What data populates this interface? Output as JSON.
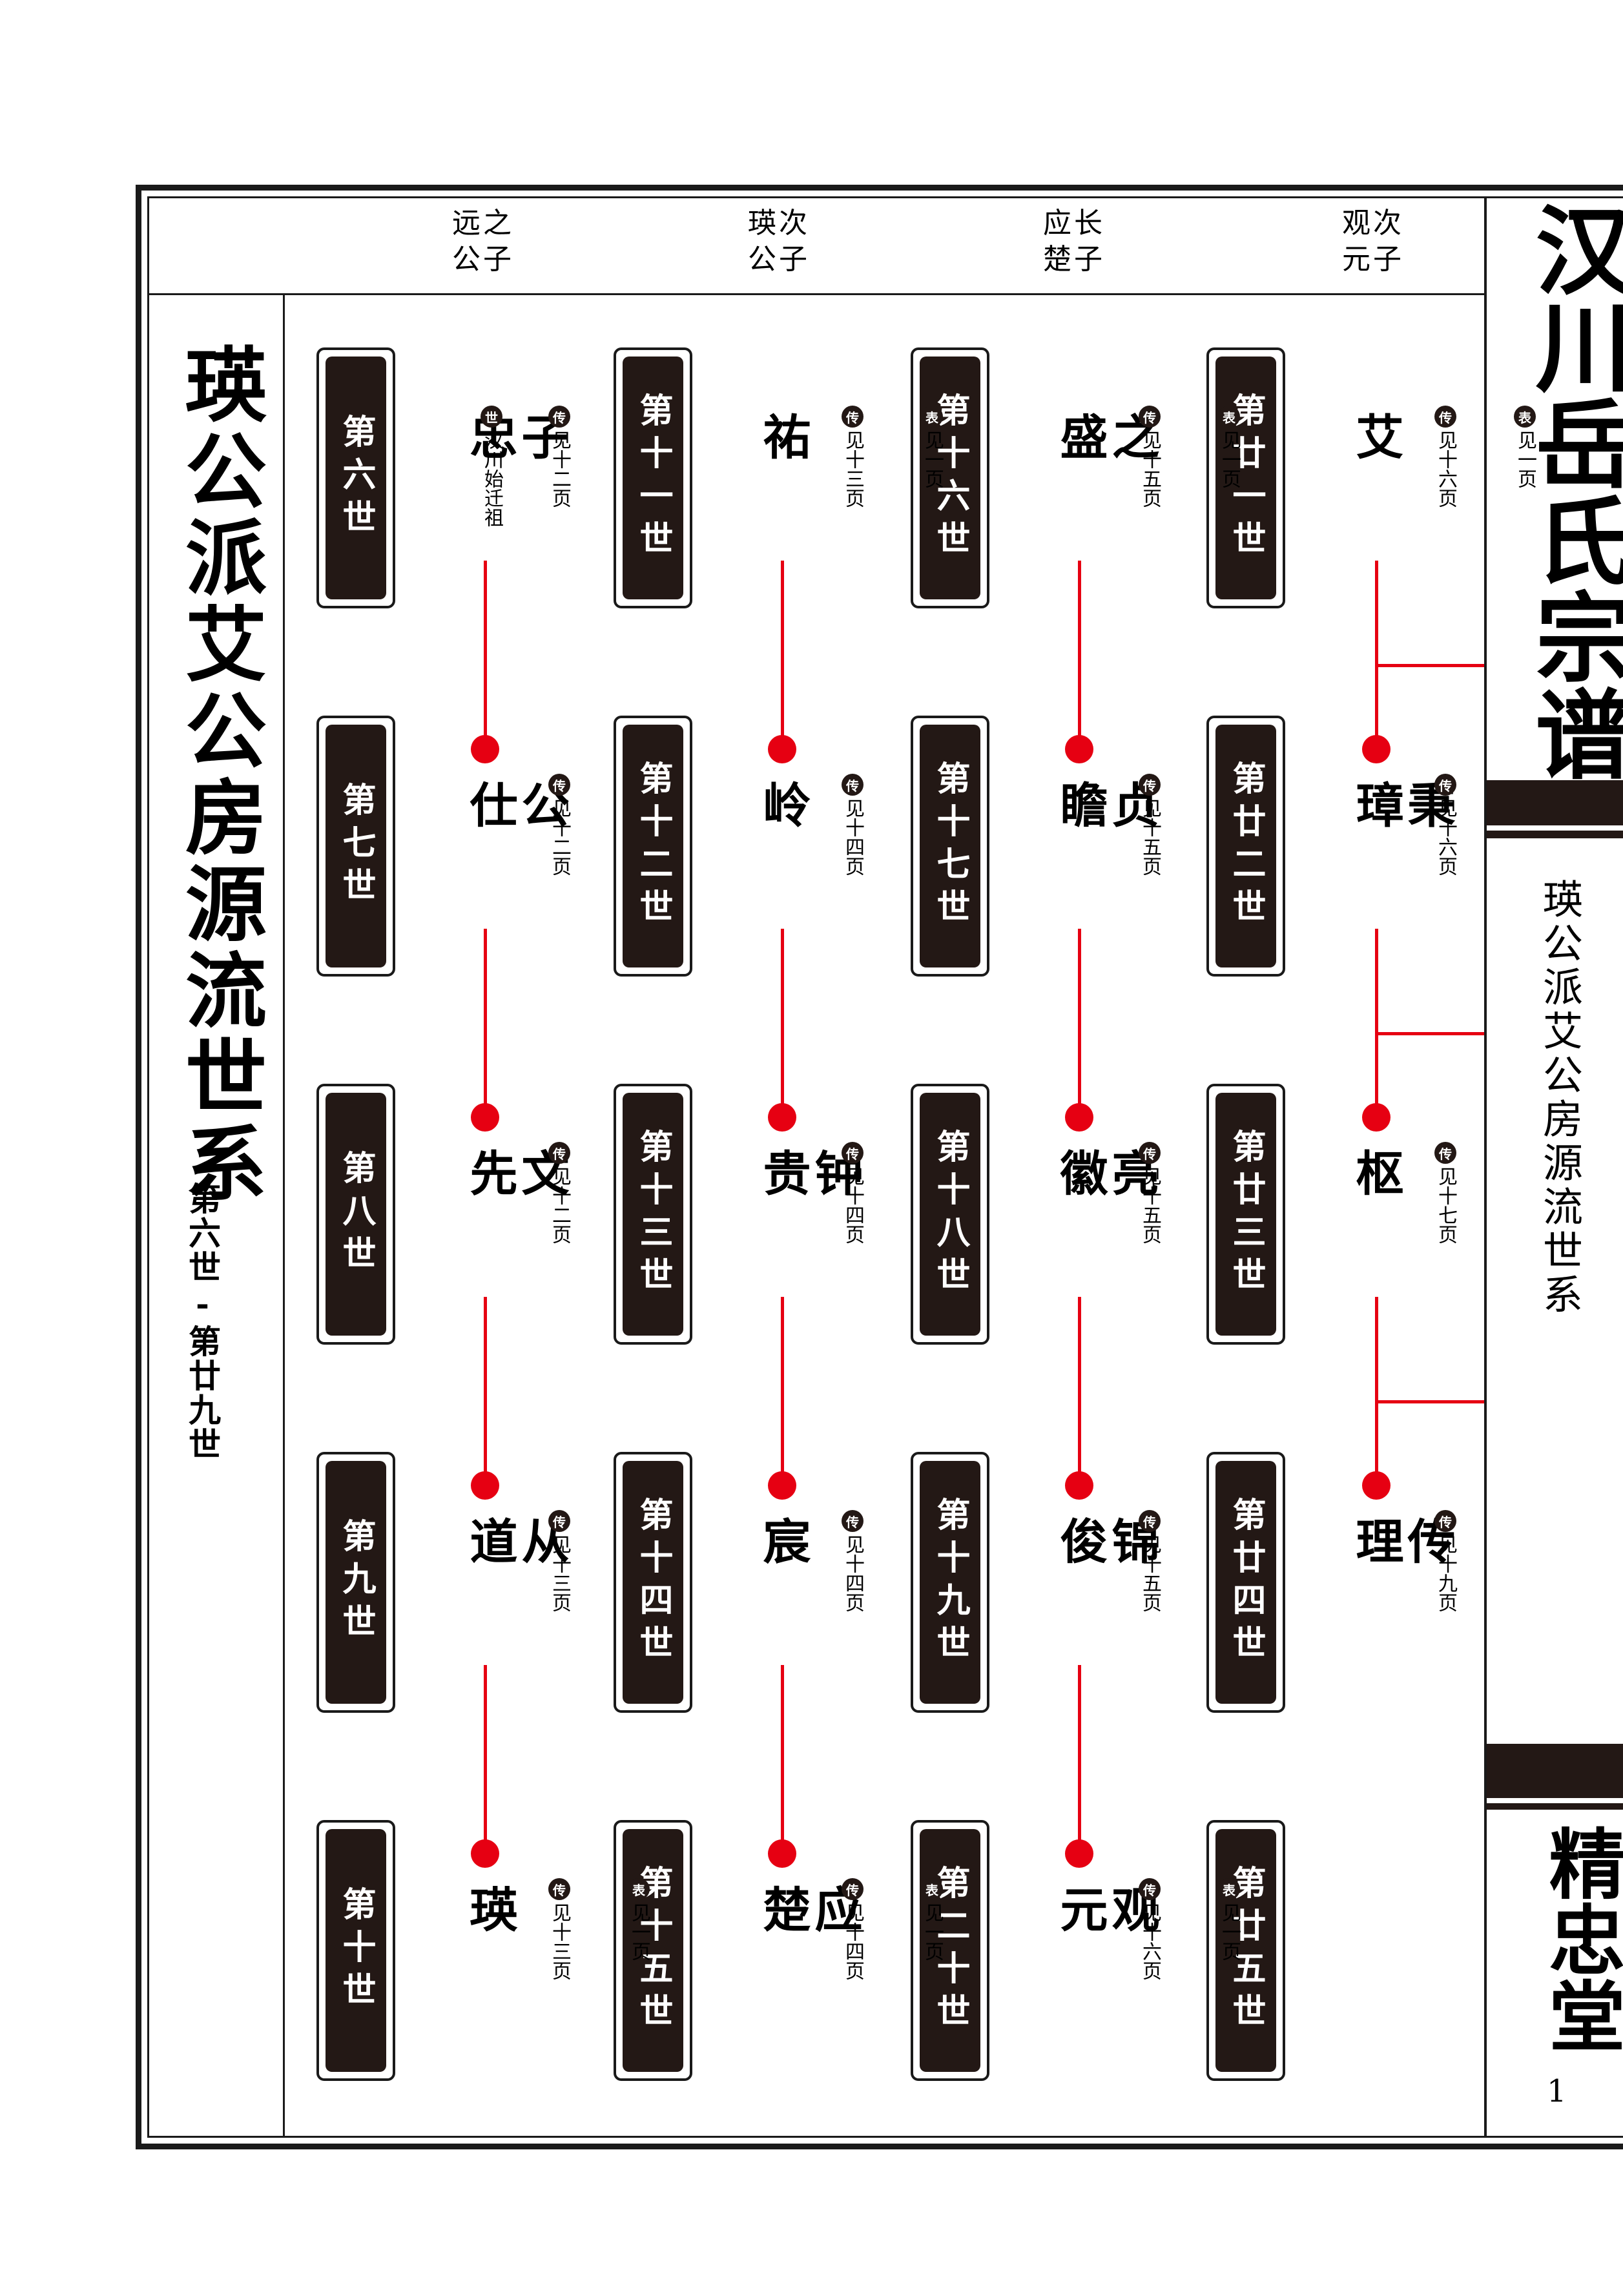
{
  "header": {
    "columns": [
      {
        "top": "远之",
        "bottom": "公子"
      },
      {
        "top": "瑛次",
        "bottom": "公子"
      },
      {
        "top": "应长",
        "bottom": "楚子"
      },
      {
        "top": "观次",
        "bottom": "元子"
      }
    ]
  },
  "left": {
    "title": "瑛公派艾公房源流世系",
    "range": "第六世-第廿九世"
  },
  "generations": [
    [
      "第六世",
      "第七世",
      "第八世",
      "第九世",
      "第十世"
    ],
    [
      "第十一世",
      "第十二世",
      "第十三世",
      "第十四世",
      "第十五世"
    ],
    [
      "第十六世",
      "第十七世",
      "第十八世",
      "第十九世",
      "第二十世"
    ],
    [
      "第廿一世",
      "第廿二世",
      "第廿三世",
      "第廿四世",
      "第廿五世"
    ]
  ],
  "marks": {
    "zhuan": "传",
    "biao": "表",
    "shi": "世"
  },
  "persons": [
    [
      {
        "name": "子忠",
        "ref": "见十二页",
        "note": "汉川始迁祖",
        "shi": true
      },
      {
        "name": "公仕",
        "ref": "见十二页"
      },
      {
        "name": "文先",
        "ref": "见十二页"
      },
      {
        "name": "从道",
        "ref": "见十三页"
      },
      {
        "name": "瑛",
        "ref": "见十三页",
        "biao_ref": "见一页"
      }
    ],
    [
      {
        "name": "祐",
        "ref": "见十三页",
        "biao_ref": "见一页"
      },
      {
        "name": "岭",
        "ref": "见十四页"
      },
      {
        "name": "钟贵",
        "ref": "见十四页"
      },
      {
        "name": "宸",
        "ref": "见十四页"
      },
      {
        "name": "应楚",
        "ref": "见十四页",
        "biao_ref": "见一页"
      }
    ],
    [
      {
        "name": "之盛",
        "ref": "见十五页",
        "biao_ref": "见一页"
      },
      {
        "name": "贞瞻",
        "ref": "见十五页"
      },
      {
        "name": "亮徽",
        "ref": "见十五页"
      },
      {
        "name": "锦俊",
        "ref": "见十五页"
      },
      {
        "name": "观元",
        "ref": "见十六页",
        "biao_ref": "见一页"
      }
    ],
    [
      {
        "name": "艾",
        "ref": "见十六页",
        "biao_ref": "见一页"
      },
      {
        "name": "秉璋",
        "ref": "见十六页"
      },
      {
        "name": "枢",
        "ref": "见十七页"
      },
      {
        "name": "传理",
        "ref": "见十九页"
      }
    ]
  ],
  "right": {
    "title": "汉川岳氏宗谱",
    "subtitle": "瑛公派艾公房源流世系",
    "hall": "精忠堂",
    "page": "1"
  },
  "colors": {
    "red": "#e60012",
    "dark": "#231815"
  }
}
